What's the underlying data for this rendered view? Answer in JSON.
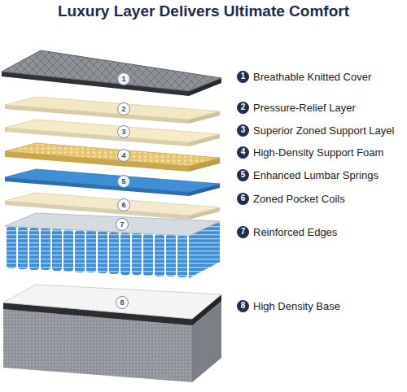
{
  "diagram": {
    "title": "Luxury Layer Delivers Ultimate Comfort",
    "nodes": [
      {
        "text": [
          "1"
        ]
      },
      {
        "text": [
          "2"
        ]
      },
      {
        "text": [
          "3"
        ]
      },
      {
        "text": [
          "4"
        ]
      },
      {
        "text": [
          "5"
        ]
      },
      {
        "text": [
          "6"
        ]
      },
      {
        "text": [
          "7"
        ]
      },
      {
        "text": [
          "8"
        ]
      },
      {
        "text": [
          "1",
          "Breathable Knitted Cover"
        ]
      },
      {
        "text": [
          "2",
          "Pressure-Relief Layer"
        ]
      },
      {
        "text": [
          "3",
          "Superior Zoned Support Layel"
        ]
      },
      {
        "text": [
          "4",
          "High-Density Support Foam"
        ]
      },
      {
        "text": [
          "5",
          "Enhanced Lumbar Springs"
        ]
      },
      {
        "text": [
          "6",
          "Zoned Pocket Coils"
        ]
      },
      {
        "text": [
          "7",
          "Reinforced Edges"
        ]
      },
      {
        "text": [
          "8",
          "High Density Base"
        ]
      }
    ]
  }
}
